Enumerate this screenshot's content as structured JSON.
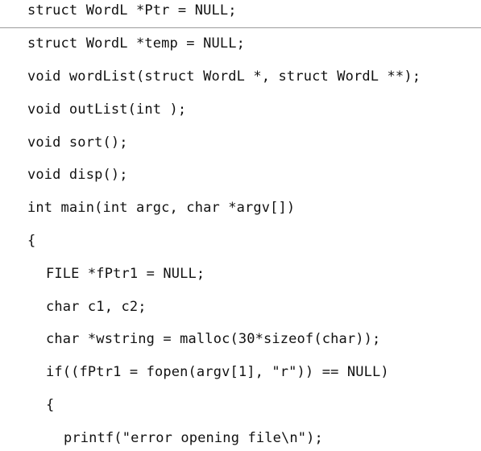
{
  "code": {
    "lines": [
      "struct WordL *Ptr = NULL;",
      "struct WordL *temp = NULL;",
      "void wordList(struct WordL *, struct WordL **);",
      "void outList(int );",
      "void sort();",
      "void disp();",
      "int main(int argc, char *argv[])",
      "{",
      "FILE *fPtr1 = NULL;",
      "char c1, c2;",
      "char *wstring = malloc(30*sizeof(char));",
      "if((fPtr1 = fopen(argv[1], \"r\")) == NULL)",
      "{",
      "printf(\"error opening file\\n\");"
    ]
  }
}
